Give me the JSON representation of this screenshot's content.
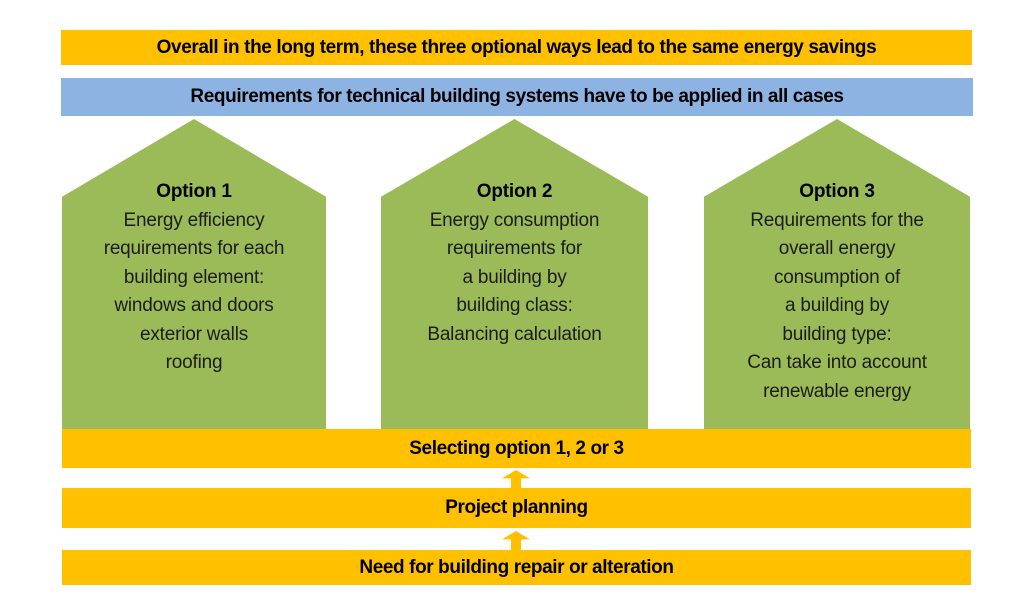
{
  "colors": {
    "gold": "#FFC000",
    "blue": "#8DB3E2",
    "green": "#9BBB59",
    "background": "#FFFFFF",
    "text": "#000000"
  },
  "banners": {
    "overall": "Overall in the long term, these three optional ways lead to the same energy savings",
    "requirements": "Requirements for technical building systems have to be applied in all cases",
    "selecting": "Selecting option 1, 2 or 3",
    "planning": "Project planning",
    "need": "Need for building repair or alteration"
  },
  "options": [
    {
      "title": "Option 1",
      "lines": [
        "Energy efficiency",
        "requirements for each",
        "building element:",
        "windows and doors",
        "exterior walls",
        "roofing"
      ]
    },
    {
      "title": "Option 2",
      "lines": [
        "Energy consumption",
        "requirements for",
        "a building by",
        "building class:",
        "Balancing calculation"
      ]
    },
    {
      "title": "Option 3",
      "lines": [
        "Requirements for the",
        "overall energy",
        "consumption of",
        "a building by",
        "building type:",
        "Can take into account",
        "renewable energy"
      ]
    }
  ],
  "icons": {
    "flow_arrow": "up-arrow"
  }
}
